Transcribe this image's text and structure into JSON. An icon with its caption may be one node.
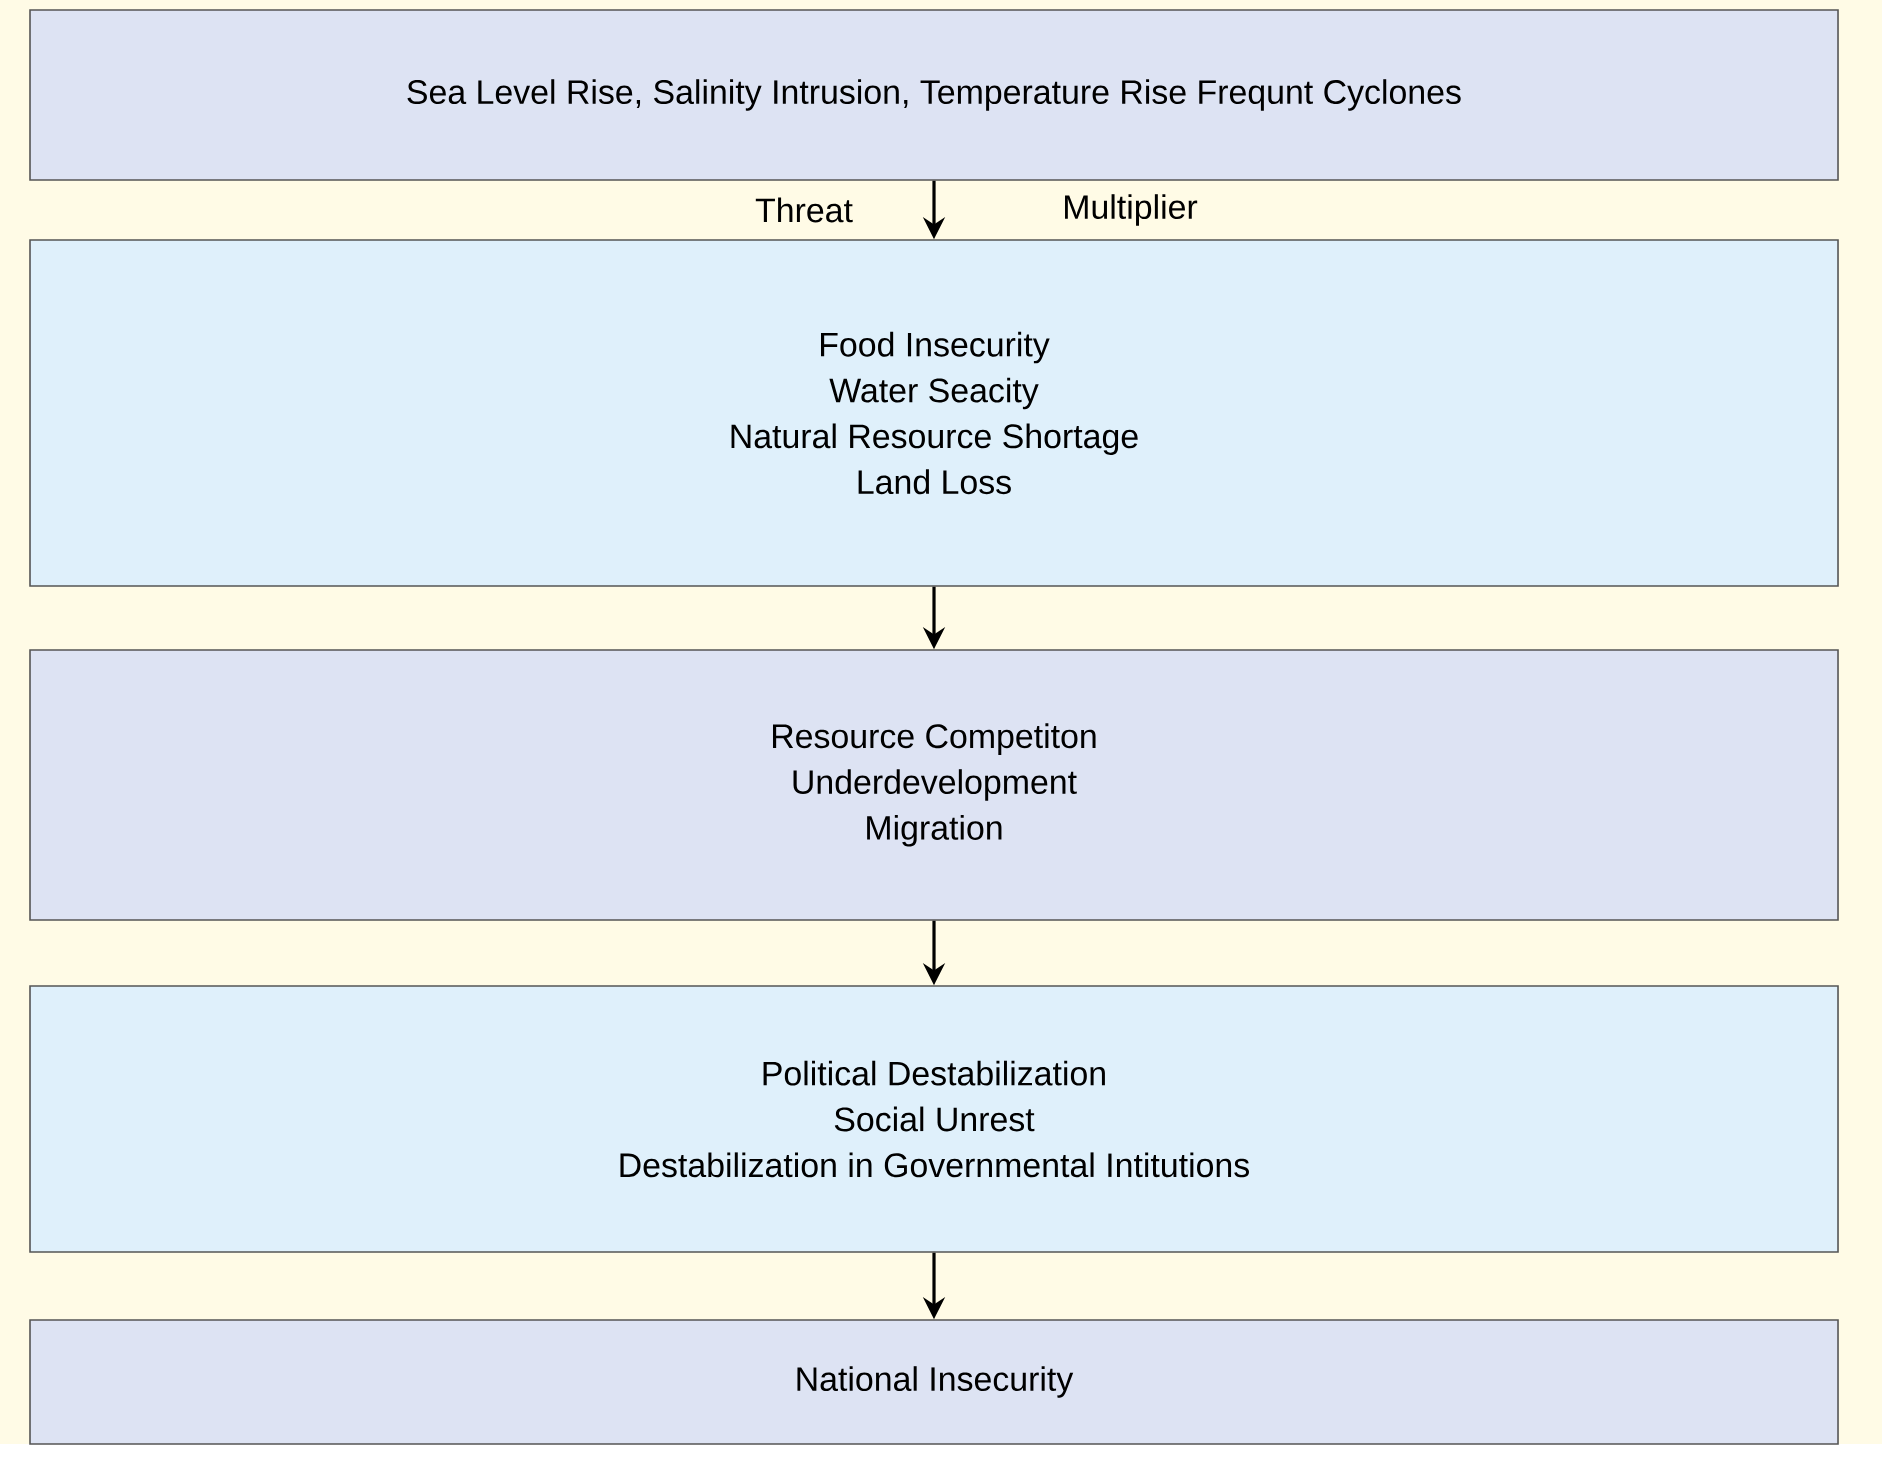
{
  "diagram": {
    "nodes": [
      {
        "text": [
          "Sea Level Rise, Salinity Intrusion, Temperature Rise Frequnt Cyclones"
        ]
      },
      {
        "text": [
          "Food Insecurity",
          "Water Seacity",
          "Natural Resource Shortage",
          "Land Loss"
        ]
      },
      {
        "text": [
          "Resource Competiton",
          "Underdevelopment",
          "Migration"
        ]
      },
      {
        "text": [
          "Political Destabilization",
          "Social Unrest",
          "Destabilization in Governmental Intitutions"
        ]
      },
      {
        "text": [
          "National Insecurity"
        ]
      }
    ],
    "edges": [
      {
        "from": 0,
        "to": 1,
        "arrow": "to"
      },
      {
        "from": 1,
        "to": 2,
        "arrow": "to"
      },
      {
        "from": 2,
        "to": 3,
        "arrow": "to"
      },
      {
        "from": 3,
        "to": 4,
        "arrow": "to"
      }
    ],
    "labels": [
      "Threat",
      "Multiplier"
    ]
  }
}
